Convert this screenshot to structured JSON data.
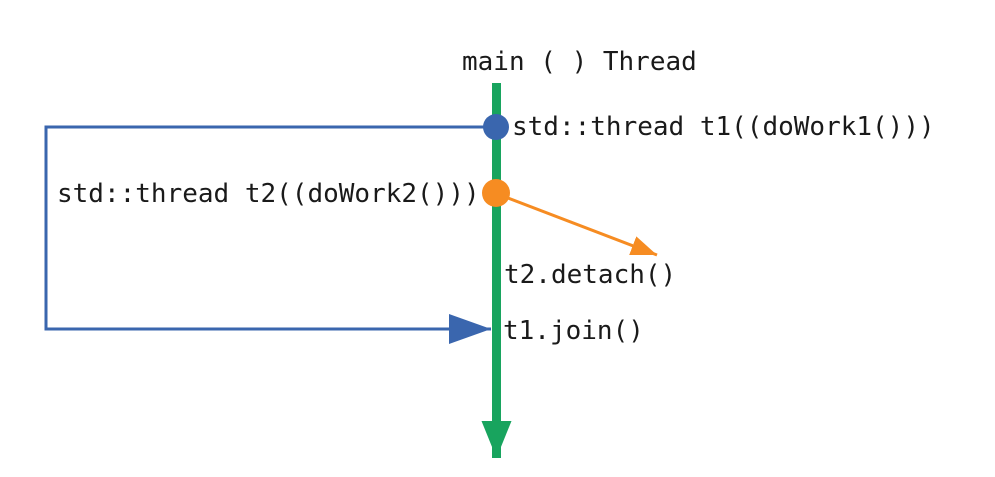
{
  "diagram": {
    "title": "main ( ) Thread",
    "events": [
      {
        "id": "t1-create",
        "label": "std::thread t1((doWork1()))",
        "marker": "blue-dot"
      },
      {
        "id": "t2-create",
        "label": "std::thread t2((doWork2()))",
        "marker": "orange-dot"
      },
      {
        "id": "t2-detach",
        "label": "t2.detach()",
        "marker": "orange-arrow"
      },
      {
        "id": "t1-join",
        "label": "t1.join()",
        "marker": "blue-arrow"
      }
    ]
  },
  "colors": {
    "main_thread_green": "#18A45E",
    "t1_blue": "#3A66AE",
    "t2_orange": "#F68C22",
    "text": "#1A1A1A",
    "background": "#FFFFFF"
  }
}
